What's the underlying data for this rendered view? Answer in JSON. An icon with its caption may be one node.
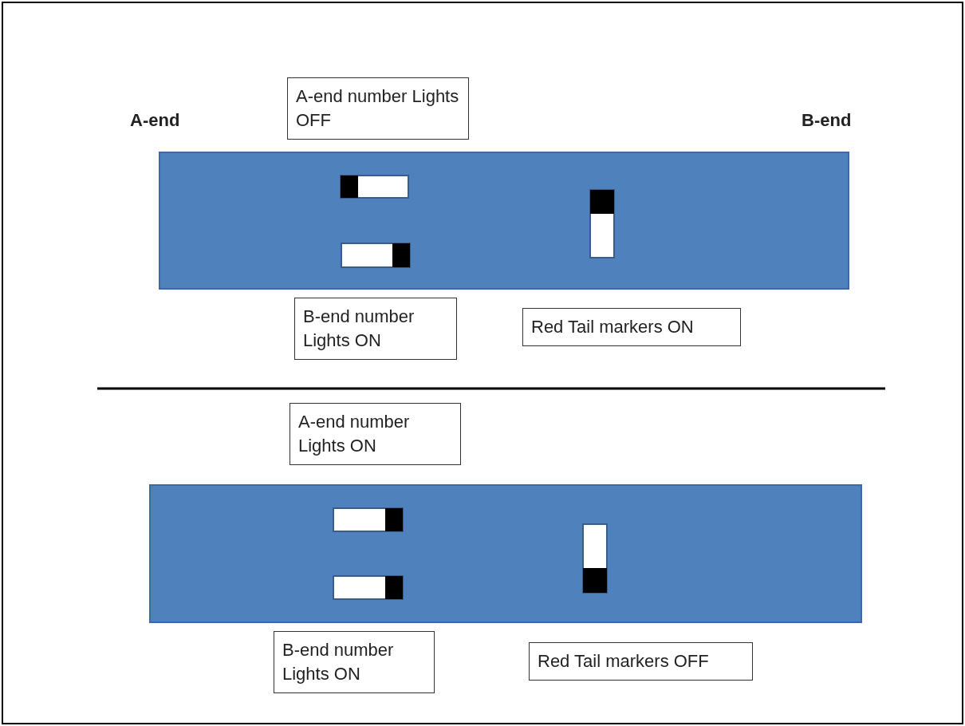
{
  "diagram": {
    "nodes": [
      {
        "text": [
          "A-end number Lights OFF"
        ]
      },
      {
        "text": [
          "B-end number Lights ON"
        ]
      },
      {
        "text": [
          "Red Tail markers ON"
        ]
      },
      {
        "text": [
          "A-end number Lights ON"
        ]
      },
      {
        "text": [
          "B-end number Lights ON"
        ]
      },
      {
        "text": [
          "Red Tail markers OFF"
        ]
      }
    ],
    "labels": [
      "A-end",
      "B-end"
    ]
  }
}
